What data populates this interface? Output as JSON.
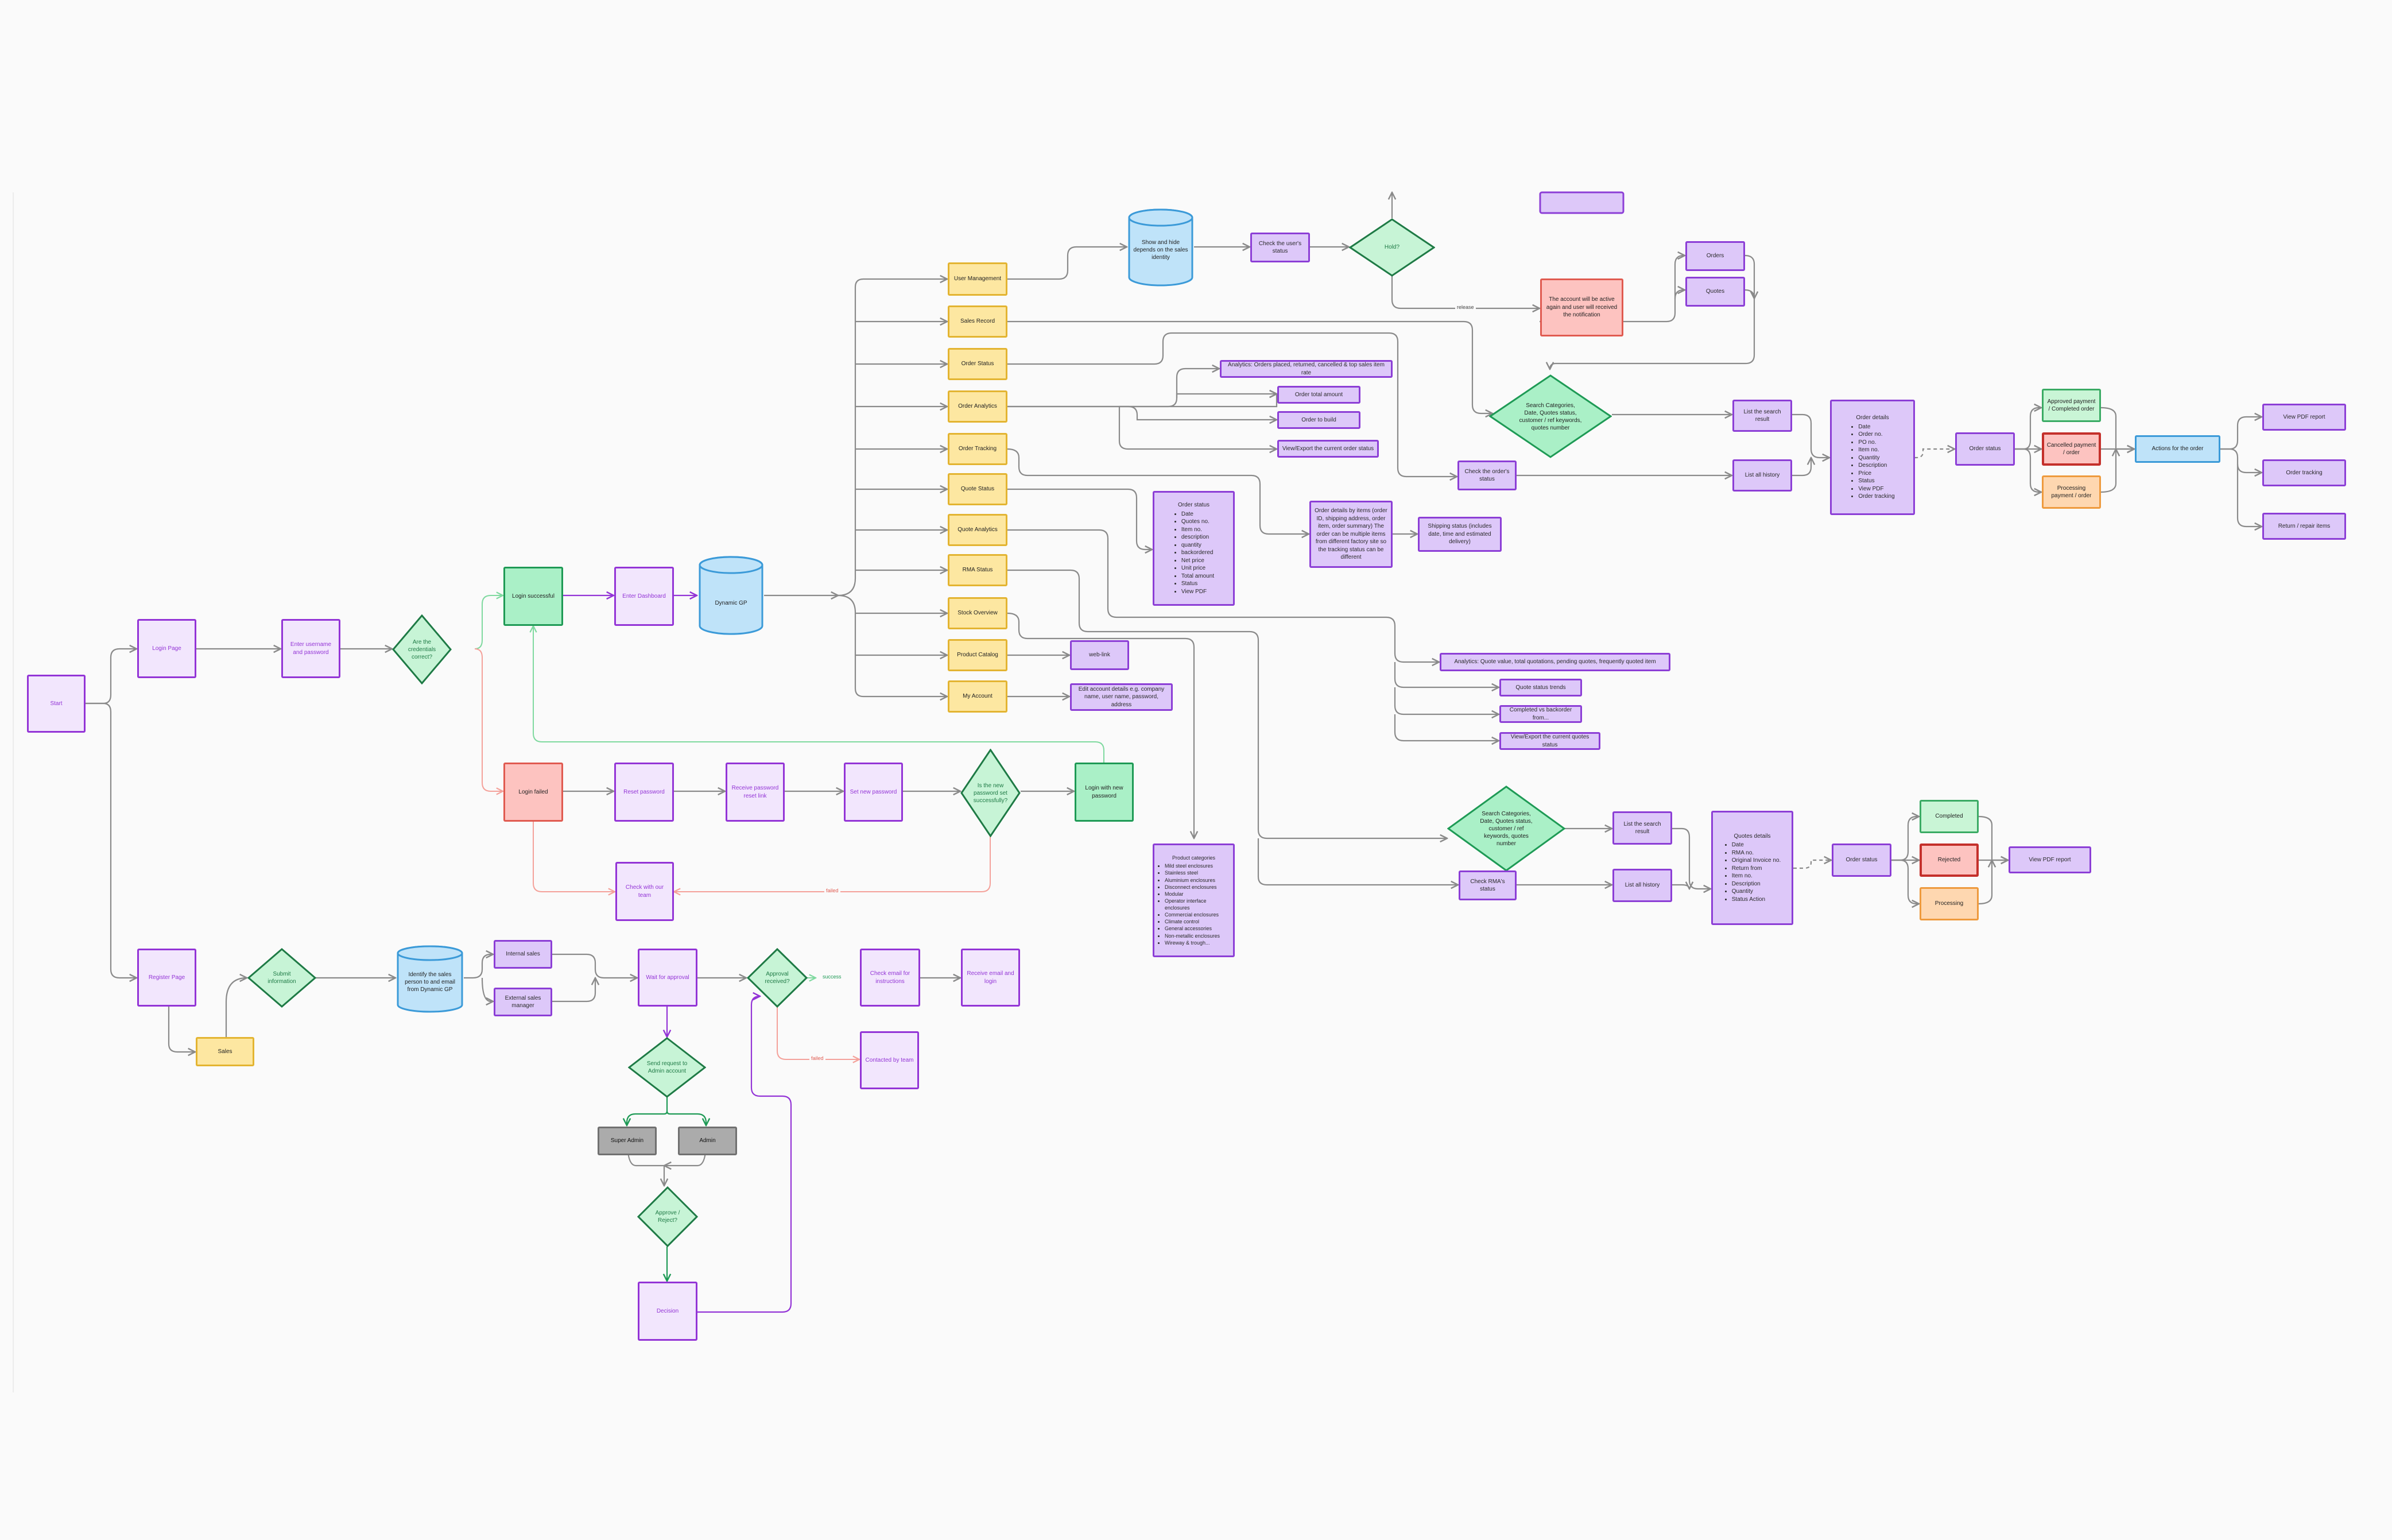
{
  "start": "Start",
  "login_page": "Login Page",
  "enter_credentials": "Enter username and password",
  "are_credentials_correct": "Are the credentials correct?",
  "login_successful": "Login successful",
  "enter_dashboard": "Enter Dashboard",
  "dynamic_gp": "Dynamic GP",
  "menu": [
    "User Management",
    "Sales Record",
    "Order Status",
    "Order Analytics",
    "Order Tracking",
    "Quote Status",
    "Quote Analytics",
    "RMA Status",
    "Stock Overview",
    "Product Catalog",
    "My Account"
  ],
  "show_hide": "Show and hide depends on the sales identity",
  "check_user_status": "Check the user's status",
  "hold": "Hold?",
  "release_label": "release",
  "account_active": "The account will be active again and user will received the notification",
  "orders": "Orders",
  "quotes": "Quotes",
  "search_categories_orders": "Search Categories, Date, Quotes status, customer / ref keywords, quotes number",
  "list_search_result": "List the search result",
  "list_all_history": "List all history",
  "check_order_status": "Check the order's status",
  "order_details_title": "Order details",
  "order_details_items": [
    "Date",
    "Order no.",
    "PO no.",
    "Item no.",
    "Quantity",
    "Description",
    "Price",
    "Status",
    "View PDF",
    "Order tracking"
  ],
  "order_status": "Order status",
  "approved_payment": "Approved payment / Completed order",
  "cancelled_payment": "Cancelled payment / order",
  "processing_payment": "Processing payment / order",
  "actions_for_order": "Actions for the order",
  "view_pdf_report": "View PDF report",
  "order_tracking_action": "Order tracking",
  "return_repair": "Return / repair items",
  "analytics_orders": "Analytics: Orders placed, returned, cancelled & top sales item rate",
  "order_total_amount": "Order total amount",
  "order_to_build": "Order to build",
  "view_export_order": "View/Export the current order status",
  "order_status_title": "Order status",
  "order_status_items": [
    "Date",
    "Quotes no.",
    "Item no.",
    "description",
    "quantity",
    "backordered",
    "Net price",
    "Unit price",
    "Total amount",
    "Status",
    "View PDF"
  ],
  "order_details_by_items": "Order details by items (order ID, shipping address, order item, order summary) The order can be multiple items from different factory site so the tracking status can be different",
  "shipping_status": "Shipping status (includes date, time and estimated delivery)",
  "web_link": "web-link",
  "edit_account": "Edit account details e.g. company name, user name, password, address",
  "analytics_quotes": "Analytics: Quote value, total quotations, pending quotes, frequently quoted item",
  "quote_status_trends": "Quote status trends",
  "completed_vs_backorder": "Completed vs backorder from...",
  "view_export_quotes": "View/Export the current quotes status",
  "search_categories_quotes": "Search Categories, Date, Quotes status, customer / ref keywords, quotes number",
  "list_search_result_2": "List the search result",
  "list_all_history_2": "List all history",
  "check_rma_status": "Check RMA's status",
  "quotes_details_title": "Quotes details",
  "quotes_details_items": [
    "Date",
    "RMA no.",
    "Original Invoice no.",
    "Return from",
    "Item no.",
    "Description",
    "Quantity",
    "Status Action"
  ],
  "order_status_2": "Order status",
  "completed": "Completed",
  "rejected": "Rejected",
  "processing": "Processing",
  "view_pdf_report_2": "View PDF report",
  "product_categories_title": "Product categories",
  "product_categories_items": [
    "Mild steel enclosures",
    "Stainless steel",
    "Aluminium enclosures",
    "Disconnect enclosures",
    "Modular",
    "Operator interface enclosures",
    "Commercial enclosures",
    "Climate control",
    "General accessories",
    "Non-metallic enclosures",
    "Wireway & trough..."
  ],
  "login_failed": "Login failed",
  "reset_password": "Reset password",
  "receive_reset_link": "Receive password reset link",
  "set_new_password": "Set new password",
  "is_new_password_ok": "Is the new password set successfully?",
  "login_new_password": "Login with new password",
  "check_with_team": "Check with our team",
  "failed_label": "failed",
  "register_page": "Register Page",
  "submit_information": "Submit information",
  "identify_sales": "Identify the sales person to and email from Dynamic GP",
  "internal_sales": "Internal sales",
  "external_sales": "External sales manager",
  "sales": "Sales",
  "wait_for_approval": "Wait for approval",
  "approval_received": "Approval received?",
  "success_label": "success",
  "failed_label_2": "failed",
  "check_email": "Check email for instructions",
  "receive_email_login": "Receive email and login",
  "contacted_by_team": "Contacted by team",
  "send_request": "Send request to Admin account",
  "super_admin": "Super Admin",
  "admin": "Admin",
  "approve_reject": "Approve / Reject?",
  "decision": "Decision",
  "colors": {
    "connector": "#8a8a8a",
    "purple_accent": "#9334d6",
    "green_accent": "#1e9a55",
    "red_accent": "#e05a50",
    "pale_green_line": "#7fd99f",
    "pale_red_line": "#f4a19a"
  }
}
